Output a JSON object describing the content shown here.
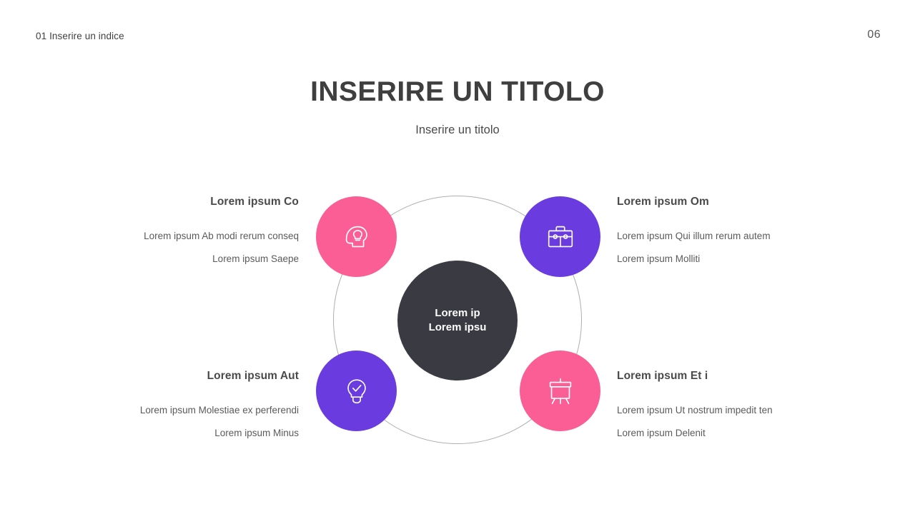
{
  "header": {
    "index_label": "01 Inserire un indice",
    "page_number": "06"
  },
  "title": {
    "main": "INSERIRE UN TITOLO",
    "sub": "Inserire un titolo"
  },
  "center": {
    "label": "Lorem ip\nLorem ipsu",
    "color": "#3a3a42"
  },
  "colors": {
    "pink": "#fa5e94",
    "purple": "#6a3cdf",
    "ring": "#aeaeae",
    "title_text": "#3f3f3f",
    "body_text": "#5a5a5a"
  },
  "nodes": [
    {
      "position": "top-left",
      "icon": "head-lightbulb-icon",
      "color": "#fa5e94",
      "title": "Lorem ipsum Co",
      "lines": [
        "Lorem ipsum Ab modi rerum conseq",
        "Lorem ipsum Saepe"
      ]
    },
    {
      "position": "top-right",
      "icon": "briefcase-icon",
      "color": "#6a3cdf",
      "title": "Lorem ipsum Om",
      "lines": [
        "Lorem ipsum Qui illum rerum autem",
        "Lorem ipsum Molliti"
      ]
    },
    {
      "position": "bottom-left",
      "icon": "lightbulb-check-icon",
      "color": "#6a3cdf",
      "title": "Lorem ipsum Aut",
      "lines": [
        "Lorem ipsum Molestiae ex perferendi",
        "Lorem ipsum Minus"
      ]
    },
    {
      "position": "bottom-right",
      "icon": "presentation-board-icon",
      "color": "#fa5e94",
      "title": "Lorem ipsum Et i",
      "lines": [
        "Lorem ipsum Ut nostrum impedit ten",
        "Lorem ipsum Delenit"
      ]
    }
  ]
}
